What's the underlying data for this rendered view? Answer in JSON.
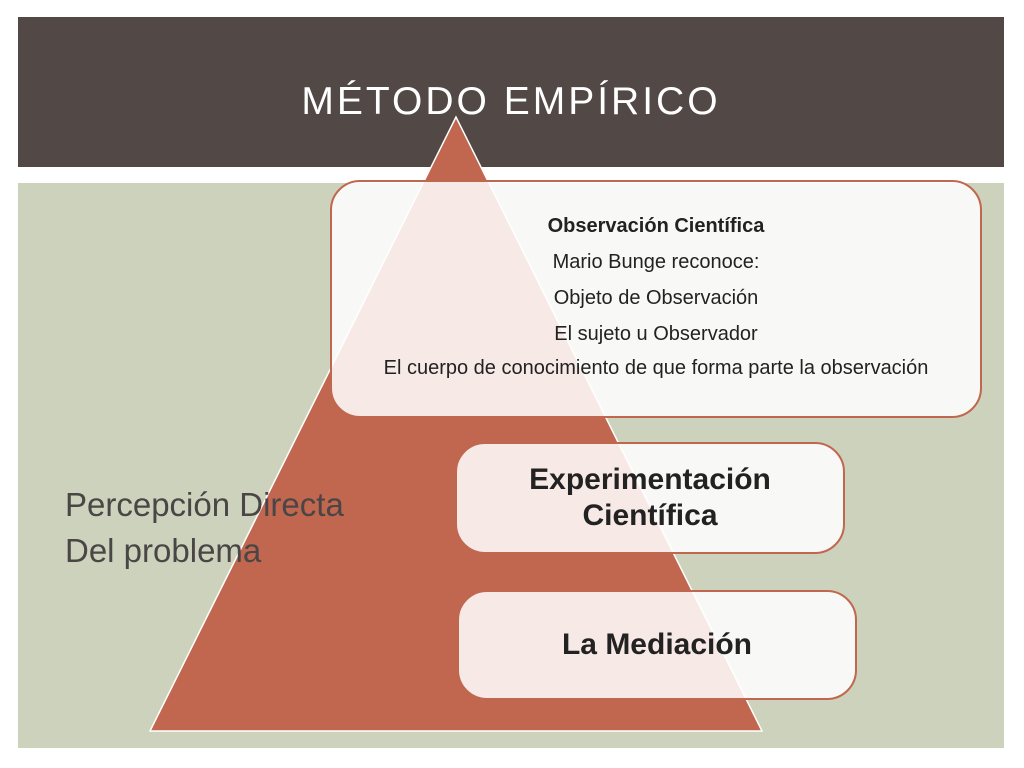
{
  "slide": {
    "title": "MÉTODO EMPÍRICO"
  },
  "pyramid": {
    "top_box": {
      "heading": "Observación Científica",
      "lines": [
        "Mario Bunge reconoce:",
        "Objeto de Observación",
        "El sujeto u Observador",
        "El cuerpo de conocimiento de que forma parte la observación"
      ]
    },
    "middle_box": {
      "line1": "Experimentación",
      "line2": "Científica"
    },
    "bottom_box": {
      "label": "La Mediación"
    }
  },
  "side_label": {
    "line1": "Percepción Directa",
    "line2": "Del problema"
  },
  "colors": {
    "header_band": "#524846",
    "content_band": "#ccd2bc",
    "pyramid_fill": "#c1674f",
    "box_border": "#c1674f",
    "side_text": "#4a4645"
  }
}
